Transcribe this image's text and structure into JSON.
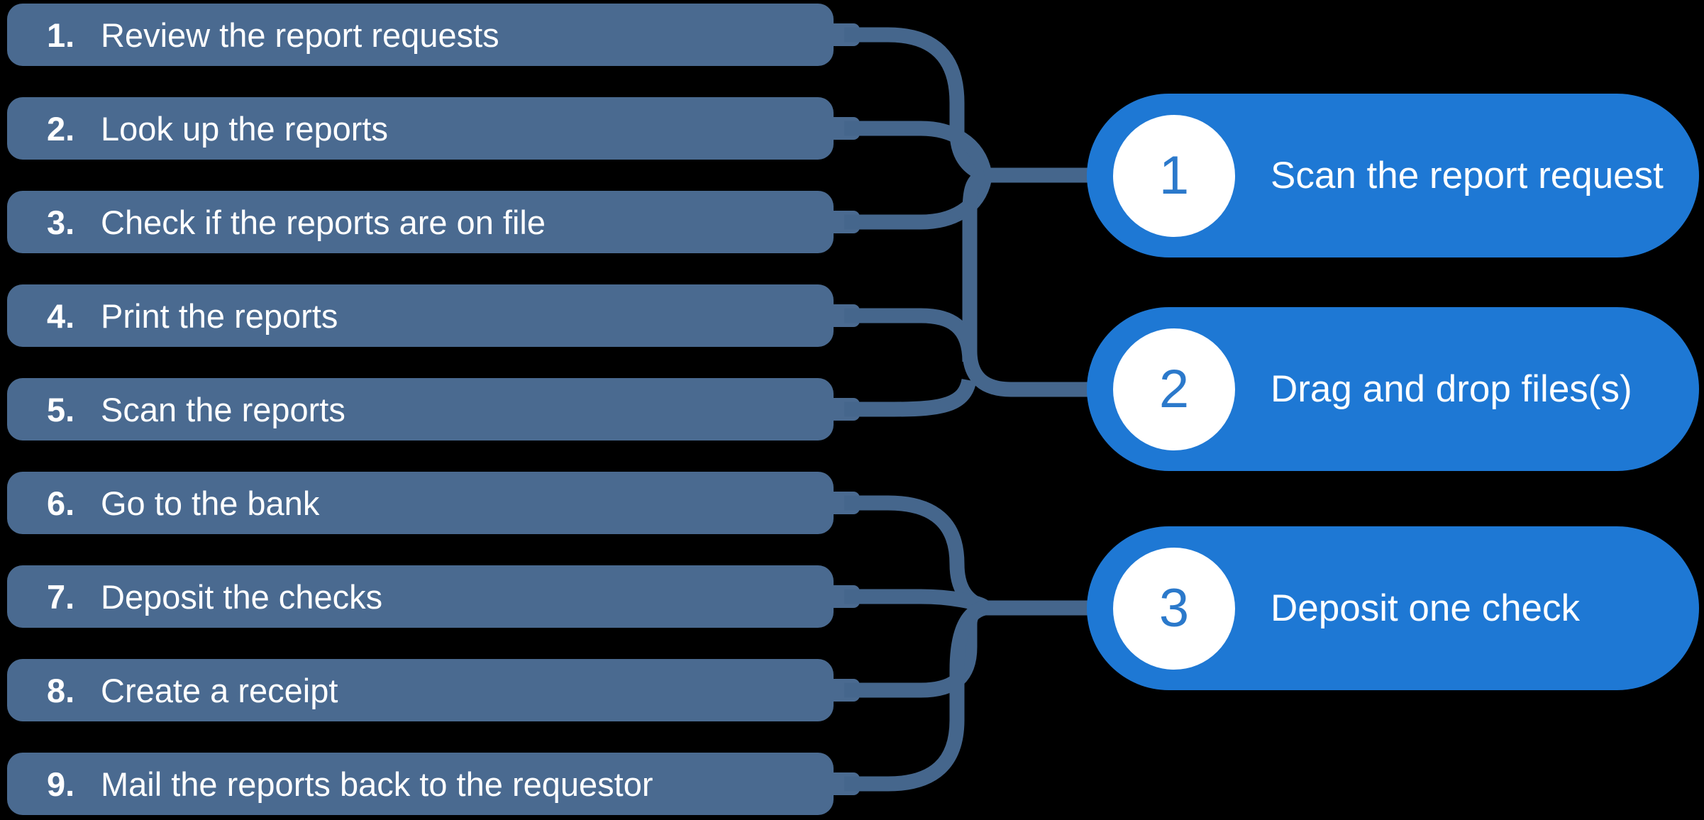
{
  "colors": {
    "background": "#000000",
    "box_fill": "#4A6A90",
    "connector": "#45668C",
    "pill_fill": "#1E78D4",
    "pill_number": "#2B79CB",
    "text_light": "#FFFFFF"
  },
  "left_steps": [
    {
      "number": "1.",
      "label": "Review the report requests"
    },
    {
      "number": "2.",
      "label": "Look up the reports"
    },
    {
      "number": "3.",
      "label": "Check if the reports are on file"
    },
    {
      "number": "4.",
      "label": "Print the reports"
    },
    {
      "number": "5.",
      "label": "Scan the reports"
    },
    {
      "number": "6.",
      "label": "Go to the bank"
    },
    {
      "number": "7.",
      "label": "Deposit the checks"
    },
    {
      "number": "8.",
      "label": "Create a receipt"
    },
    {
      "number": "9.",
      "label": "Mail the reports back to the requestor"
    }
  ],
  "right_steps": [
    {
      "number": "1",
      "label": "Scan the report request"
    },
    {
      "number": "2",
      "label": "Drag and drop files(s)"
    },
    {
      "number": "3",
      "label": "Deposit one check"
    }
  ]
}
